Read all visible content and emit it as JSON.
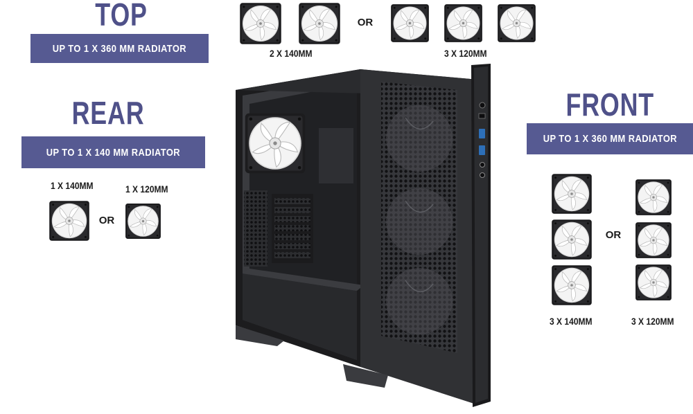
{
  "top": {
    "heading": "TOP",
    "banner": "UP TO 1 X 360 MM RADIATOR",
    "option_a_label": "2 X 140MM",
    "option_b_label": "3 X 120MM",
    "or_text": "OR"
  },
  "rear": {
    "heading": "REAR",
    "banner": "UP TO 1 X 140 MM RADIATOR",
    "option_a_label": "1 X 140MM",
    "option_b_label": "1 X 120MM",
    "or_text": "OR"
  },
  "front": {
    "heading": "FRONT",
    "banner": "UP TO 1 X 360 MM RADIATOR",
    "option_a_label": "3 X 140MM",
    "option_b_label": "3 X 120MM",
    "or_text": "OR"
  },
  "icons": {
    "fan": "fan-icon",
    "case": "pc-case-icon"
  },
  "colors": {
    "heading": "#4f5189",
    "banner_bg": "#565a92",
    "banner_text": "#ffffff",
    "case_body": "#2b2c2f"
  }
}
